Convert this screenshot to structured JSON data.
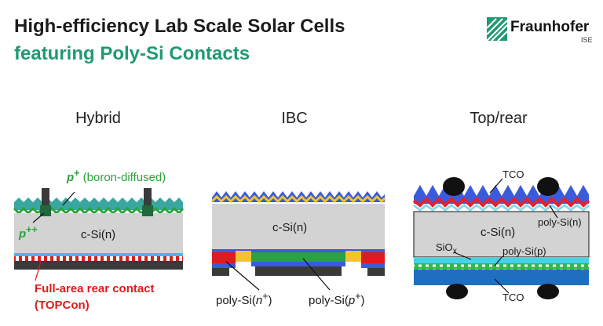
{
  "header": {
    "title_line1": "High-efficiency Lab Scale Solar Cells",
    "title_line2": "featuring Poly-Si Contacts"
  },
  "logo": {
    "name": "Fraunhofer",
    "sub": "ISE"
  },
  "columns": {
    "hybrid": {
      "heading": "Hybrid",
      "p_plus_italic": "p",
      "p_plus_sup": "+",
      "p_plus_text": " (boron-diffused)",
      "ppp_italic": "p",
      "ppp_sup": "++",
      "bulk": "c-Si(n)",
      "rear_contact_line1": "Full-area rear contact",
      "rear_contact_line2": "(TOPCon)"
    },
    "ibc": {
      "heading": "IBC",
      "bulk": "c-Si(n)",
      "left_pre": "poly-Si(",
      "left_italic": "n",
      "left_sup": "+",
      "left_post": ")",
      "right_pre": "poly-Si(",
      "right_italic": "p",
      "right_sup": "+",
      "right_post": ")"
    },
    "toprear": {
      "heading": "Top/rear",
      "tco_top": "TCO",
      "poly_n": "poly-Si(n)",
      "bulk": "c-Si(n)",
      "siox_base": "SiO",
      "siox_sub": "x",
      "poly_p": "poly-Si(p)",
      "tco_bottom": "TCO"
    }
  },
  "colors": {
    "title_dark": "#1c1c1c",
    "title_green": "#1f9a6f",
    "silicon_gray": "#d3d3d3",
    "metal_dark": "#3a3a3a",
    "hybrid_green": "#2aa33c",
    "hybrid_teal": "#3aa6a0",
    "hybrid_red": "#e01b1b",
    "ibc_blue_top": "#3b5bdb",
    "ibc_yellow": "#f2c230",
    "tco_blue": "#2d7fd3",
    "toprear_red": "#e8202a",
    "toprear_green": "#35b84a"
  }
}
